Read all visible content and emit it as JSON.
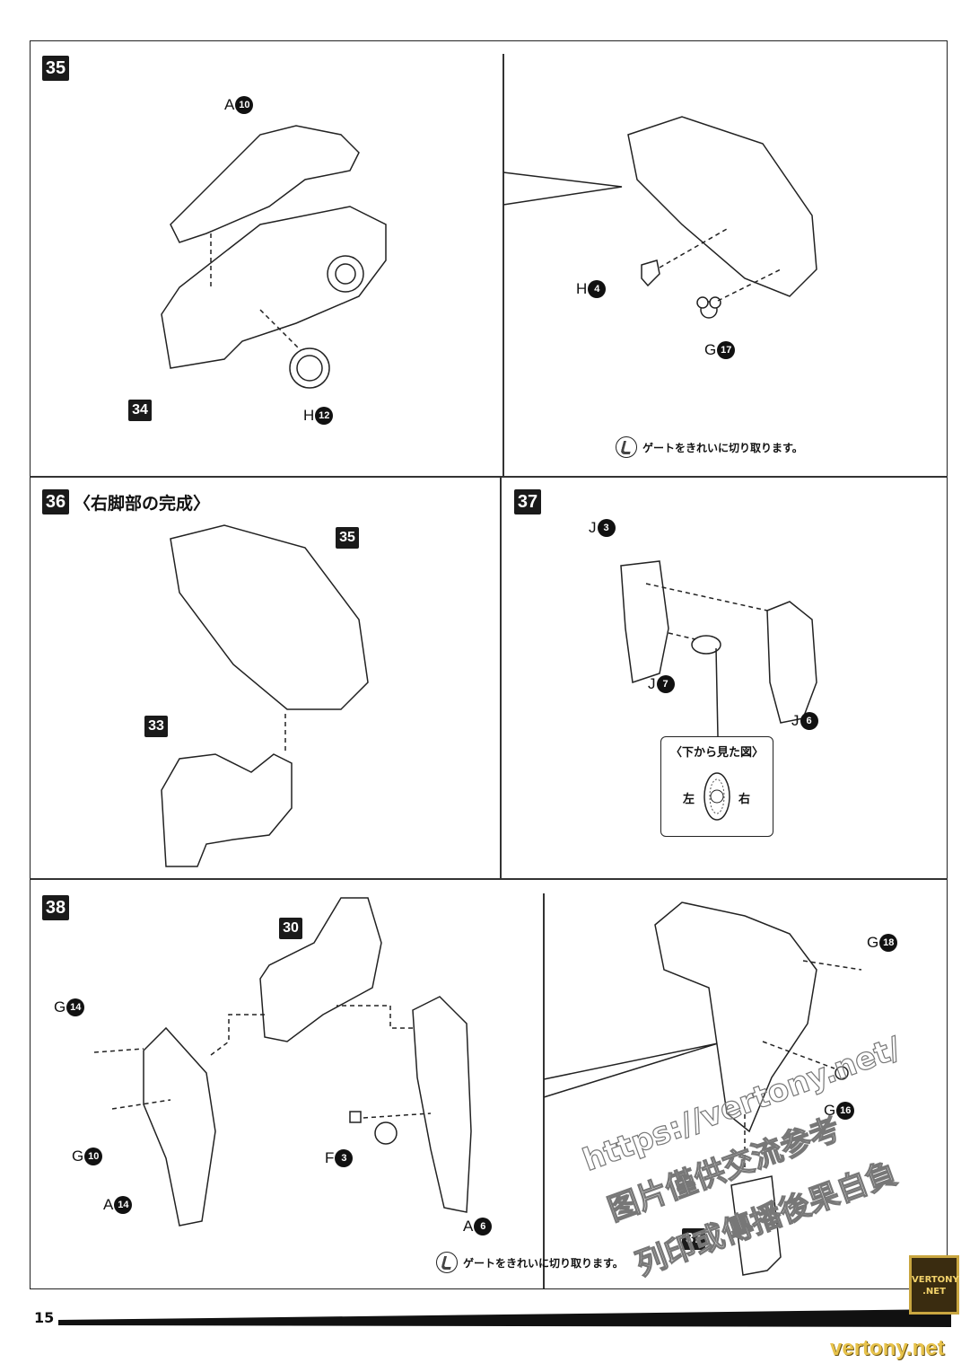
{
  "page_number": "15",
  "steps": {
    "s35": {
      "badge": "35"
    },
    "s36": {
      "badge": "36",
      "title": "〈右脚部の完成〉",
      "sub_badges": [
        "35",
        "33"
      ]
    },
    "s37": {
      "badge": "37",
      "callout_title": "〈下から見た図〉",
      "left_label": "左",
      "right_label": "右"
    },
    "s38": {
      "badge": "38",
      "sub_badges": [
        "30",
        "37"
      ]
    }
  },
  "parts": [
    {
      "letter": "A",
      "num": "10"
    },
    {
      "letter": "H",
      "num": "12"
    },
    {
      "letter": "H",
      "num": "4"
    },
    {
      "letter": "G",
      "num": "17"
    },
    {
      "letter": "J",
      "num": "3"
    },
    {
      "letter": "J",
      "num": "7"
    },
    {
      "letter": "J",
      "num": "6"
    },
    {
      "letter": "G",
      "num": "14"
    },
    {
      "letter": "G",
      "num": "10"
    },
    {
      "letter": "A",
      "num": "14"
    },
    {
      "letter": "F",
      "num": "3"
    },
    {
      "letter": "A",
      "num": "6"
    },
    {
      "letter": "G",
      "num": "18"
    },
    {
      "letter": "G",
      "num": "16"
    }
  ],
  "sub_badge_34": "34",
  "gate_note": "ゲートをきれいに切り取ります。",
  "icons": {
    "gate": "nipper-cut-icon",
    "caution": "exclamation-icon"
  },
  "watermark": {
    "url": "https://vertony.net/",
    "line2": "图片僅供交流参考",
    "line3": "列印或傳播後果自負"
  },
  "logo_text": "VERTONY .NET",
  "footer_text": "vertony.net"
}
